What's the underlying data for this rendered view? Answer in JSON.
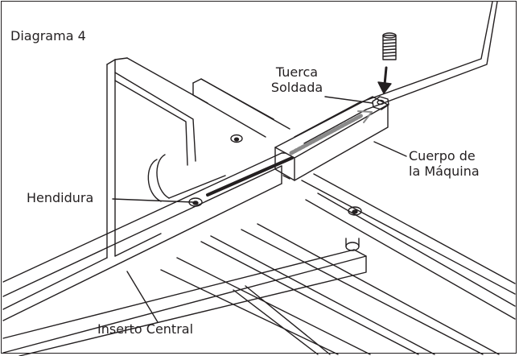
{
  "diagram": {
    "title": "Diagrama 4",
    "labels": {
      "nut_line1": "Tuerca",
      "nut_line2": "Soldada",
      "body_line1": "Cuerpo de",
      "body_line2": "la Máquina",
      "slot": "Hendidura",
      "insert": "Inserto Central"
    },
    "colors": {
      "ink": "#231f20",
      "background": "#ffffff",
      "dash": "#8a8a8a"
    }
  }
}
